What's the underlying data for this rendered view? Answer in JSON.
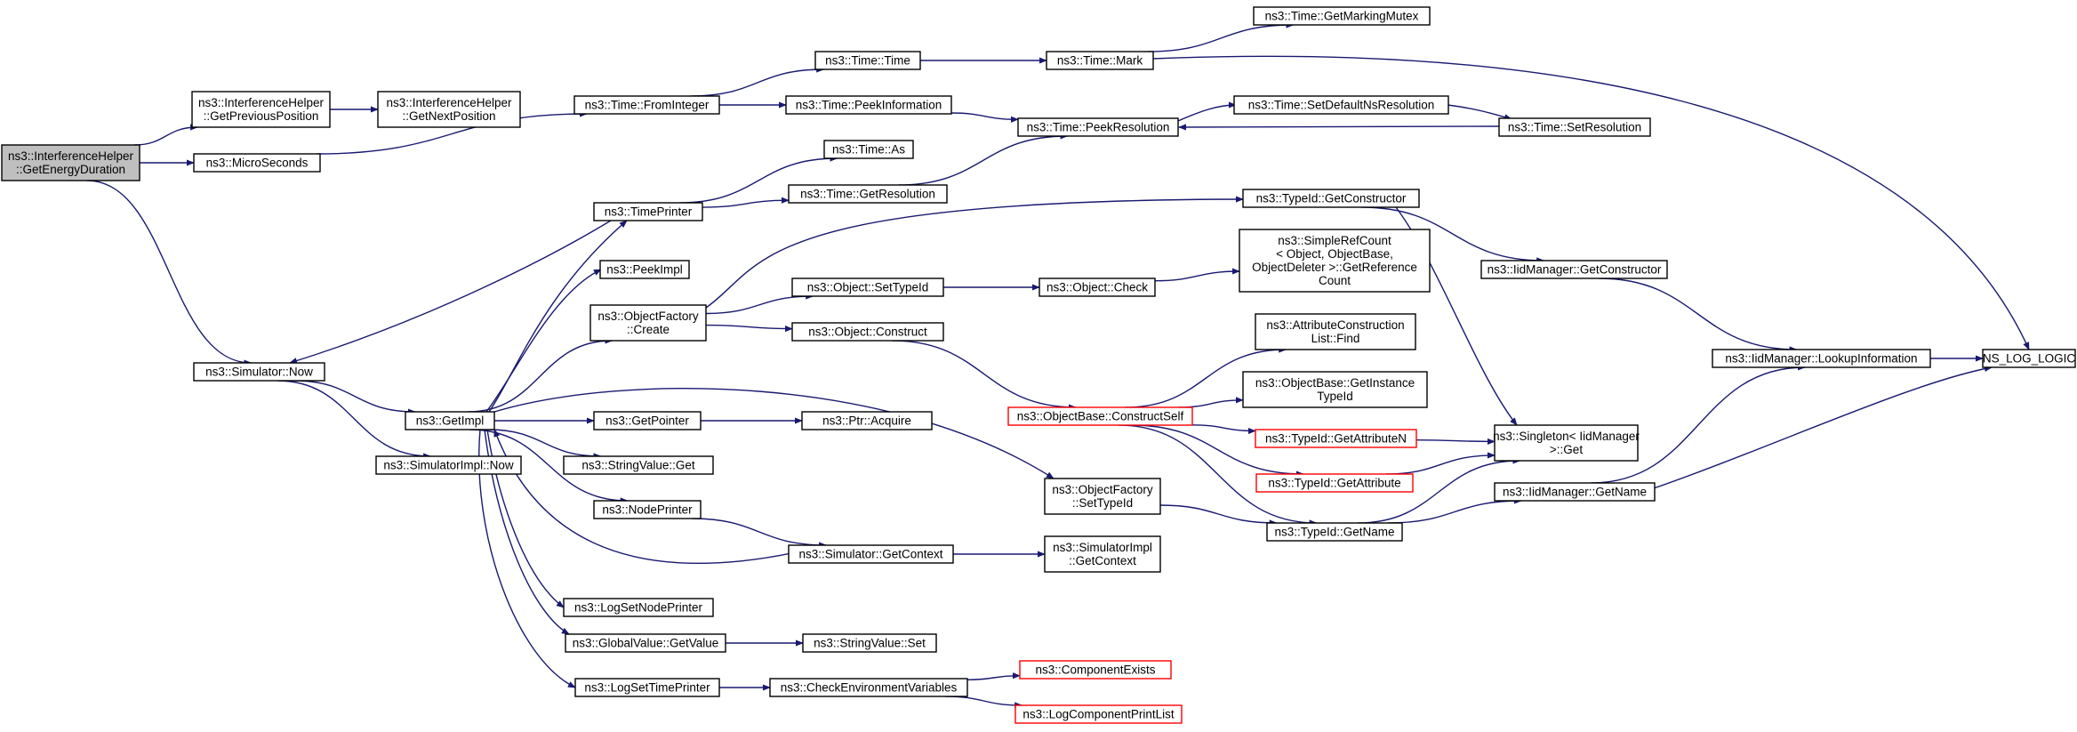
{
  "colors": {
    "edge": "#191970",
    "root_fill": "#bfbfbf",
    "truncated_border": "#ff0000",
    "node_border": "#000000"
  },
  "nodes": {
    "n_root": [
      "ns3::InterferenceHelper",
      "::GetEnergyDuration"
    ],
    "n_getprevpos": [
      "ns3::InterferenceHelper",
      "::GetPreviousPosition"
    ],
    "n_getnextpos": [
      "ns3::InterferenceHelper",
      "::GetNextPosition"
    ],
    "n_microseconds": [
      "ns3::MicroSeconds"
    ],
    "n_simnow": [
      "ns3::Simulator::Now"
    ],
    "n_getimpl": [
      "ns3::GetImpl"
    ],
    "n_simimplnow": [
      "ns3::SimulatorImpl::Now"
    ],
    "n_fromint": [
      "ns3::Time::FromInteger"
    ],
    "n_timeprinter": [
      "ns3::TimePrinter"
    ],
    "n_peekimpl": [
      "ns3::PeekImpl"
    ],
    "n_ofcreate": [
      "ns3::ObjectFactory",
      "::Create"
    ],
    "n_getpointer": [
      "ns3::GetPointer"
    ],
    "n_svget": [
      "ns3::StringValue::Get"
    ],
    "n_nodeprinter": [
      "ns3::NodePrinter"
    ],
    "n_logsetnp": [
      "ns3::LogSetNodePrinter"
    ],
    "n_gvgetvalue": [
      "ns3::GlobalValue::GetValue"
    ],
    "n_logsettp": [
      "ns3::LogSetTimePrinter"
    ],
    "n_timetime": [
      "ns3::Time::Time"
    ],
    "n_peekinfo": [
      "ns3::Time::PeekInformation"
    ],
    "n_timeas": [
      "ns3::Time::As"
    ],
    "n_getres": [
      "ns3::Time::GetResolution"
    ],
    "n_setypeid": [
      "ns3::Object::SetTypeId"
    ],
    "n_objconstruct": [
      "ns3::Object::Construct"
    ],
    "n_ptracquire": [
      "ns3::Ptr::Acquire"
    ],
    "n_simgetctx": [
      "ns3::Simulator::GetContext"
    ],
    "n_svset": [
      "ns3::StringValue::Set"
    ],
    "n_checkenv": [
      "ns3::CheckEnvironmentVariables"
    ],
    "n_ofsettypeid": [
      "ns3::ObjectFactory",
      "::SetTypeId"
    ],
    "n_timemark": [
      "ns3::Time::Mark"
    ],
    "n_peekres": [
      "ns3::Time::PeekResolution"
    ],
    "n_objcheck": [
      "ns3::Object::Check"
    ],
    "n_constructself": [
      "ns3::ObjectBase::ConstructSelf"
    ],
    "n_simimplgetctx": [
      "ns3::SimulatorImpl",
      "::GetContext"
    ],
    "n_compexists": [
      "ns3::ComponentExists"
    ],
    "n_logcompprint": [
      "ns3::LogComponentPrintList"
    ],
    "n_getmarkingmutex": [
      "ns3::Time::GetMarkingMutex"
    ],
    "n_setdefaultres": [
      "ns3::Time::SetDefaultNsResolution"
    ],
    "n_tidgetctor": [
      "ns3::TypeId::GetConstructor"
    ],
    "n_simplerefcount": [
      "ns3::SimpleRefCount",
      "< Object, ObjectBase,",
      "ObjectDeleter >::GetReference",
      "Count"
    ],
    "n_acfind": [
      "ns3::AttributeConstruction",
      "List::Find"
    ],
    "n_obgetinstance": [
      "ns3::ObjectBase::GetInstance",
      "TypeId"
    ],
    "n_tidgetattrn": [
      "ns3::TypeId::GetAttributeN"
    ],
    "n_tidgetattr": [
      "ns3::TypeId::GetAttribute"
    ],
    "n_tidgetname": [
      "ns3::TypeId::GetName"
    ],
    "n_setres": [
      "ns3::Time::SetResolution"
    ],
    "n_iidgetctor": [
      "ns3::IidManager::GetConstructor"
    ],
    "n_singletonget": [
      "ns3::Singleton< IidManager",
      ">::Get"
    ],
    "n_iidgetname": [
      "ns3::IidManager::GetName"
    ],
    "n_iidlookup": [
      "ns3::IidManager::LookupInformation"
    ],
    "n_nslog": [
      "NS_LOG_LOGIC"
    ]
  }
}
